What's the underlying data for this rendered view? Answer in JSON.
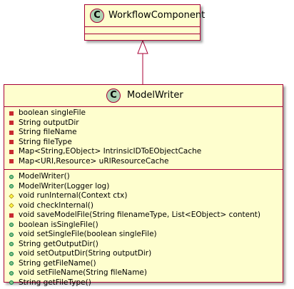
{
  "diagram": {
    "classes": {
      "workflow_component": {
        "name": "WorkflowComponent",
        "badge": "C"
      },
      "model_writer": {
        "name": "ModelWriter",
        "badge": "C",
        "fields": [
          {
            "visibility": "private",
            "text": "boolean singleFile"
          },
          {
            "visibility": "private",
            "text": "String outputDir"
          },
          {
            "visibility": "private",
            "text": "String fileName"
          },
          {
            "visibility": "private",
            "text": "String fileType"
          },
          {
            "visibility": "private",
            "text": "Map<String,EObject> IntrinsicIDToEObjectCache"
          },
          {
            "visibility": "private",
            "text": "Map<URI,Resource> uRIResourceCache"
          }
        ],
        "methods": [
          {
            "visibility": "public",
            "text": "ModelWriter()"
          },
          {
            "visibility": "public",
            "text": "ModelWriter(Logger log)"
          },
          {
            "visibility": "protected",
            "text": "void runInternal(Context ctx)"
          },
          {
            "visibility": "protected",
            "text": "void checkInternal()"
          },
          {
            "visibility": "private",
            "text": "void saveModelFile(String filenameType, List<EObject> content)"
          },
          {
            "visibility": "public",
            "text": "boolean isSingleFile()"
          },
          {
            "visibility": "public",
            "text": "void setSingleFile(boolean singleFile)"
          },
          {
            "visibility": "public",
            "text": "String getOutputDir()"
          },
          {
            "visibility": "public",
            "text": "void setOutputDir(String outputDir)"
          },
          {
            "visibility": "public",
            "text": "String getFileName()"
          },
          {
            "visibility": "public",
            "text": "void setFileName(String fileName)"
          },
          {
            "visibility": "public",
            "text": "String getFileType()"
          }
        ]
      }
    },
    "relations": [
      {
        "type": "inheritance",
        "from": "ModelWriter",
        "to": "WorkflowComponent"
      }
    ],
    "colors": {
      "class_fill": "#fefece",
      "border": "#a80036",
      "badge_fill": "#add1b2"
    }
  }
}
